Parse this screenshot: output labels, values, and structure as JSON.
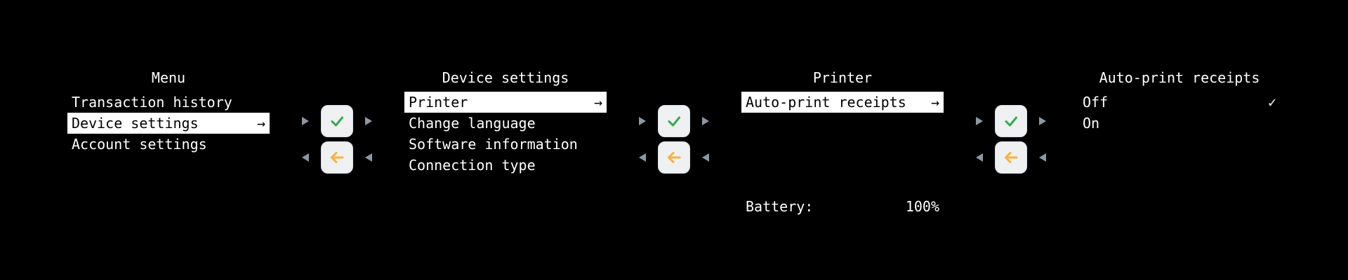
{
  "glyphs": {
    "submenu_arrow": "→",
    "selected_check": "✓"
  },
  "colors": {
    "background": "#000000",
    "text": "#ffffff",
    "highlight_bg": "#ffffff",
    "highlight_text": "#000000",
    "key_bg": "#eef0f2",
    "key_border": "#d9dee3",
    "check_green": "#36a94e",
    "back_arrow_amber": "#f7b23f",
    "nav_triangle_gray": "#8d98a3"
  },
  "screens": [
    {
      "title": "Menu",
      "items": [
        {
          "label": "Transaction history",
          "selected": false
        },
        {
          "label": "Device settings",
          "selected": true
        },
        {
          "label": "Account settings",
          "selected": false
        }
      ]
    },
    {
      "title": "Device settings",
      "items": [
        {
          "label": "Printer",
          "selected": true
        },
        {
          "label": "Change language",
          "selected": false
        },
        {
          "label": "Software information",
          "selected": false
        },
        {
          "label": "Connection type",
          "selected": false
        }
      ]
    },
    {
      "title": "Printer",
      "items": [
        {
          "label": "Auto-print receipts",
          "selected": true
        }
      ],
      "status": {
        "label": "Battery:",
        "value": "100%"
      }
    },
    {
      "title": "Auto-print receipts",
      "items": [
        {
          "label": "Off",
          "checked": true
        },
        {
          "label": "On",
          "checked": false
        }
      ]
    }
  ],
  "keypad": {
    "confirm_icon": "check-icon",
    "back_icon": "arrow-left-icon",
    "forward_nav_icon": "triangle-right-icon",
    "backward_nav_icon": "triangle-left-icon"
  }
}
